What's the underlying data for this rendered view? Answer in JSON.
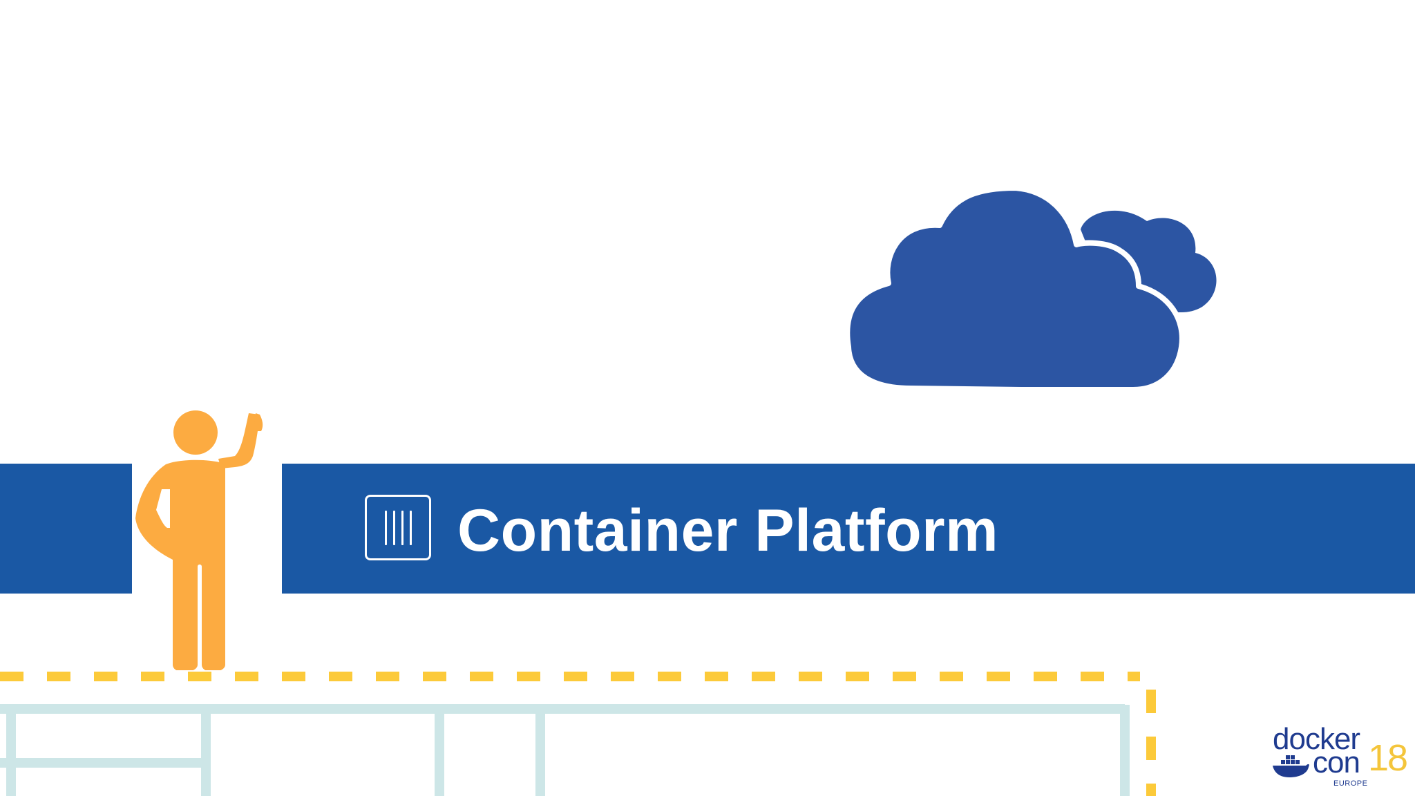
{
  "platform": {
    "title": "Container Platform",
    "icon": "container-grid-icon"
  },
  "colors": {
    "platform_blue": "#1a58a4",
    "cloud_blue": "#2c55a3",
    "person_orange": "#fcab41",
    "dashed_yellow": "#fcca3a",
    "scaffold_teal": "#cde6e7",
    "background": "#ffffff"
  },
  "illustration": {
    "cloud": "cloud-icon",
    "person": "person-pointing-icon",
    "scaffold": "scaffold-grid"
  },
  "logo": {
    "line1": "docker",
    "line2": "con",
    "year": "18",
    "region": "EUROPE",
    "icon": "docker-whale-icon"
  }
}
